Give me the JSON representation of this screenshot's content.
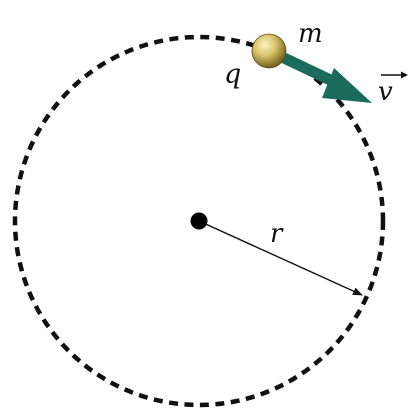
{
  "labels": {
    "charge": "q",
    "mass": "m",
    "velocity": "v",
    "radius": "r"
  },
  "colors": {
    "orbit": "#111111",
    "center": "#000000",
    "radius_line": "#111111",
    "velocity_arrow": "#1a6b5c",
    "particle_light": "#fbf3c4",
    "particle_mid": "#d9c46a",
    "particle_dark": "#6e5a1c",
    "label_text": "#111111"
  }
}
